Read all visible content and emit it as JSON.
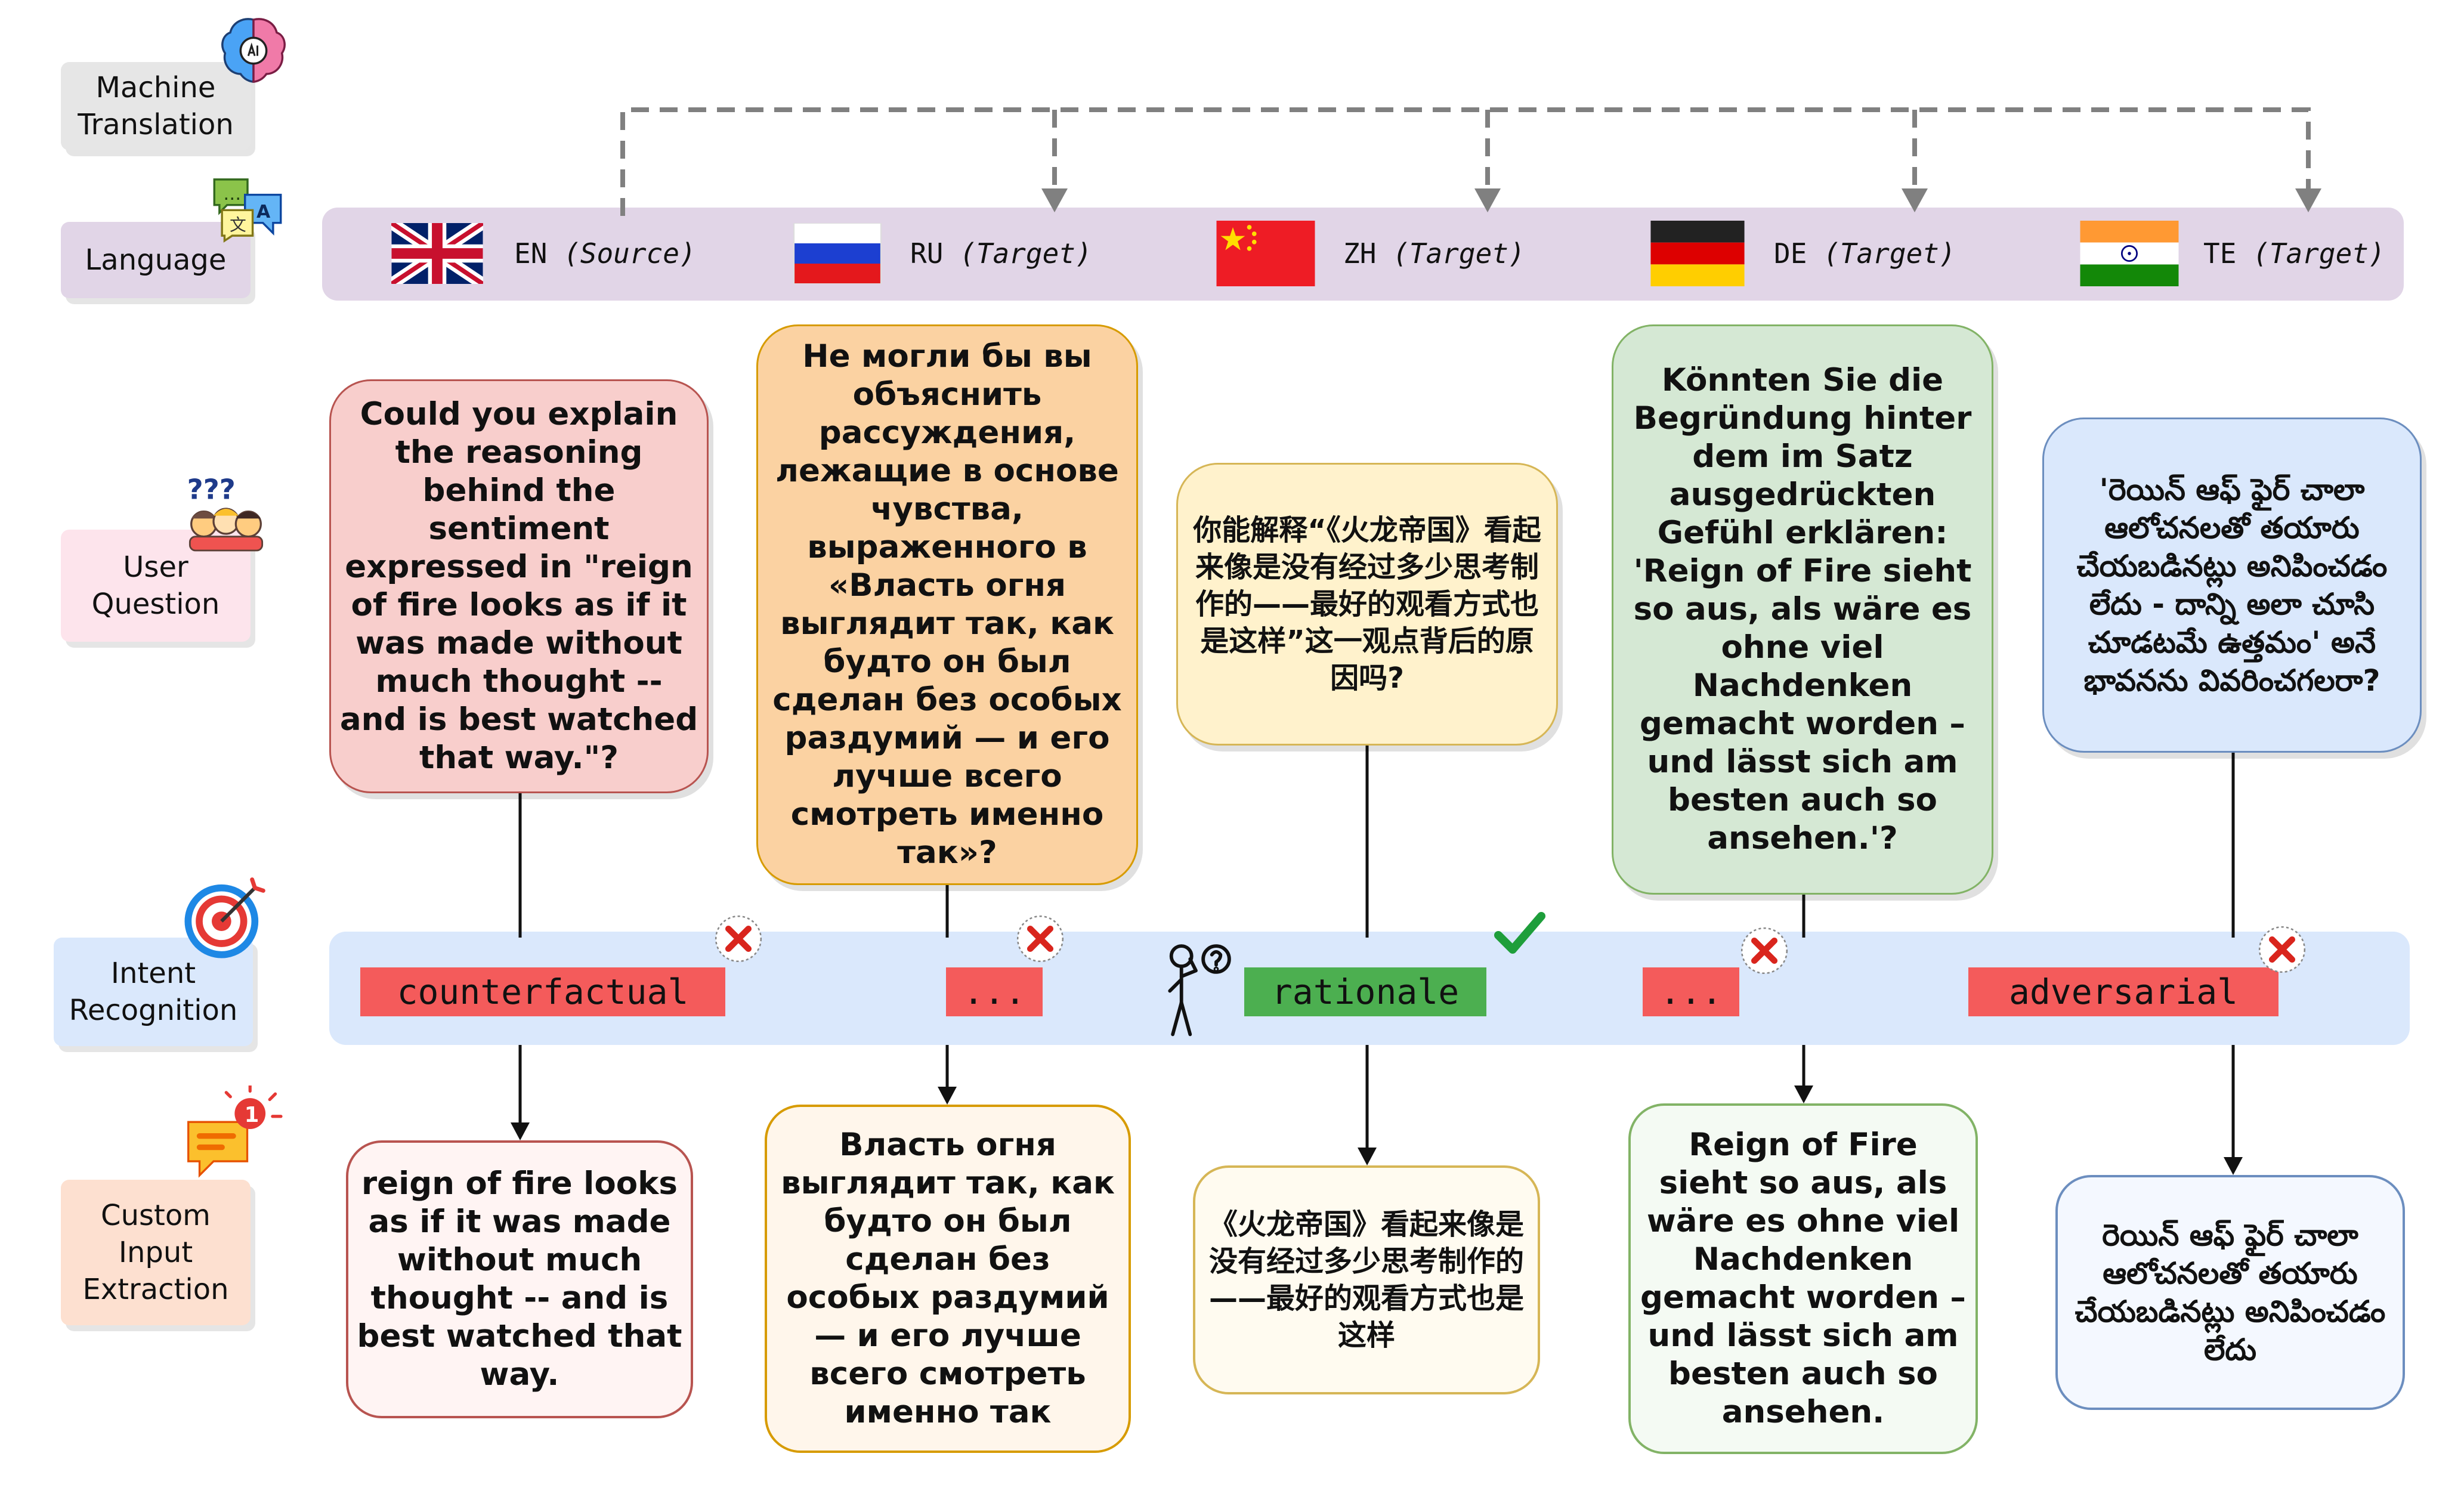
{
  "row_labels": {
    "machine_translation": "Machine\nTranslation",
    "language": "Language",
    "user_question": "User\nQuestion",
    "intent_recognition": "Intent\nRecognition",
    "custom_input_extraction": "Custom\nInput\nExtraction"
  },
  "icons": {
    "mt": "ai-brain-icon",
    "language": "translate-speech-icon",
    "question": "confused-people-icon",
    "intent": "target-icon",
    "extraction": "chat-notification-icon",
    "thinker": "thinking-person-icon",
    "wrong": "cross-mark-icon",
    "right": "check-mark-icon"
  },
  "languages": [
    {
      "code": "EN",
      "role": "(Source)",
      "flag": "uk-flag-icon"
    },
    {
      "code": "RU",
      "role": "(Target)",
      "flag": "russia-flag-icon"
    },
    {
      "code": "ZH",
      "role": "(Target)",
      "flag": "china-flag-icon"
    },
    {
      "code": "DE",
      "role": "(Target)",
      "flag": "germany-flag-icon"
    },
    {
      "code": "TE",
      "role": "(Target)",
      "flag": "india-flag-icon"
    }
  ],
  "questions": [
    "Could you explain the reasoning behind the sentiment expressed in \"reign of fire looks as if it was made without much thought -- and is best watched that way.\"?",
    "Не могли бы вы объяснить рассуждения, лежащие в основе чувства, выраженного в «Власть огня выглядит так, как будто он был сделан без особых раздумий — и его лучше всего смотреть именно так»?",
    "你能解释“《火龙帝国》看起来像是没有经过多少思考制作的——最好的观看方式也是这样”这一观点背后的原因吗?",
    "Könnten Sie die Begründung hinter dem im Satz ausgedrückten Gefühl erklären: 'Reign of Fire sieht so aus, als wäre es ohne viel Nachdenken gemacht worden – und lässt sich am besten auch so ansehen.'?",
    "'రెయిన్ ఆఫ్ ఫైర్ చాలా ఆలోచనలతో తయారు చేయబడినట్లు అనిపించడం లేదు - దాన్ని అలా చూసి చూడటమే ఉత్తమం' అనే భావనను వివరించగలరా?"
  ],
  "intents": [
    "counterfactual",
    "...",
    "rationale",
    "...",
    "adversarial"
  ],
  "intent_correct": [
    false,
    false,
    true,
    false,
    false
  ],
  "extractions": [
    "reign of fire looks as if it was made without much thought -- and is best watched that way.",
    "Власть огня выглядит так, как будто он был сделан без особых раздумий — и его лучше всего смотреть именно так",
    "《火龙帝国》看起来像是没有经过多少思考制作的——最好的观看方式也是这样",
    "Reign of Fire sieht so aus, als wäre es ohne viel Nachdenken gemacht worden – und lässt sich am besten auch so ansehen.",
    "రెయిన్ ఆఫ్ ఫైర్ చాలా ఆలోచనలతో తయారు చేయబడినట్లు అనిపించడం లేదు"
  ],
  "colors": {
    "red_fill": "#f8cecc",
    "red_stroke": "#b85450",
    "orange_fill": "#fbd2a2",
    "orange_stroke": "#d79b00",
    "yellow_fill": "#fff2cc",
    "yellow_stroke": "#d6b656",
    "green_fill": "#d5e8d4",
    "green_stroke": "#82b366",
    "blue_fill": "#dae8fc",
    "blue_stroke": "#6c8ebf",
    "intent_wrong": "#f45b5b",
    "intent_right": "#4caf50"
  }
}
